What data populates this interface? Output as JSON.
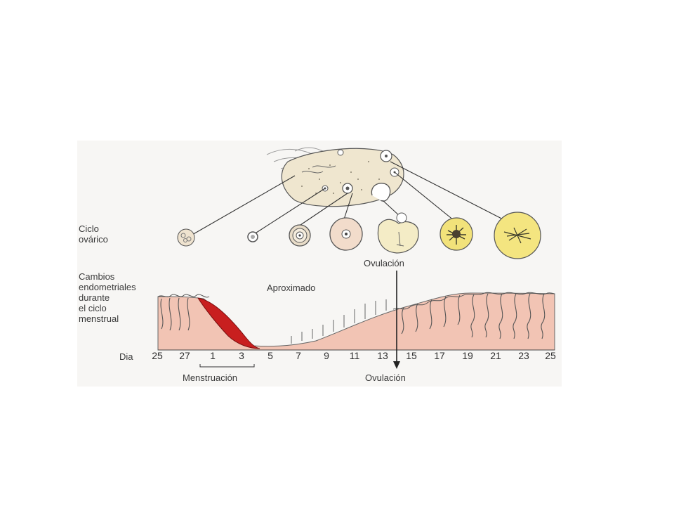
{
  "diagram": {
    "ovarian_label": "Ciclo\novárico",
    "endometrial_label": "Cambios\nendometriales\ndurante\nel ciclo\nmenstrual",
    "aproximado_label": "Aproximado",
    "ovulation_top_label": "Ovulación",
    "dia_label": "Dia",
    "menstruation_label": "Menstruación",
    "ovulation_bottom_label": "Ovulación",
    "days": [
      "25",
      "27",
      "1",
      "3",
      "5",
      "7",
      "9",
      "11",
      "13",
      "15",
      "17",
      "19",
      "21",
      "23",
      "25"
    ],
    "follicle_stages": [
      "primordial-follicle",
      "primary-follicle",
      "growing-follicle",
      "antral-follicle",
      "ovulating-follicle",
      "corpus-luteum",
      "corpus-albicans"
    ],
    "colors": {
      "endometrium": "#f2c4b4",
      "menstrual_blood": "#c81f1f",
      "corpus_luteum": "#f2e27a",
      "ovary": "#efe6cf"
    }
  }
}
